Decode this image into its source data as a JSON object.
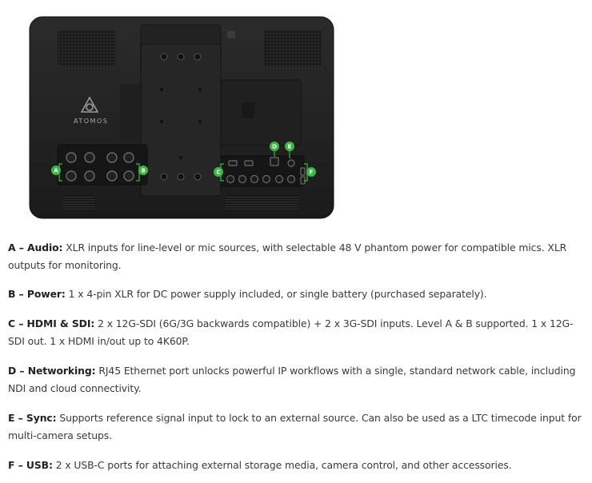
{
  "figure": {
    "brand": "ATOMOS",
    "markers": [
      "A",
      "B",
      "C",
      "D",
      "E",
      "F"
    ]
  },
  "items": [
    {
      "label": "A – Audio:",
      "text": " XLR inputs for line-level or mic sources, with selectable 48 V phantom power for compatible mics. XLR outputs for monitoring."
    },
    {
      "label": "B – Power:",
      "text": " 1 x 4-pin XLR for DC power supply included, or single battery (purchased separately)."
    },
    {
      "label": "C – HDMI & SDI:",
      "text": " 2 x 12G-SDI (6G/3G backwards compatible) + 2 x 3G-SDI inputs. Level A & B supported. 1 x 12G-SDI out. 1 x HDMI in/out up to 4K60P."
    },
    {
      "label": "D – Networking:",
      "text": " RJ45 Ethernet port unlocks powerful IP workflows with a single, standard network cable, including NDI and cloud connectivity."
    },
    {
      "label": "E – Sync:",
      "text": " Supports reference signal input to lock to an external source. Can also be used as a LTC timecode input for multi-camera setups."
    },
    {
      "label": "F – USB:",
      "text": " 2 x USB-C ports for attaching external storage media, camera control, and other accessories."
    }
  ]
}
